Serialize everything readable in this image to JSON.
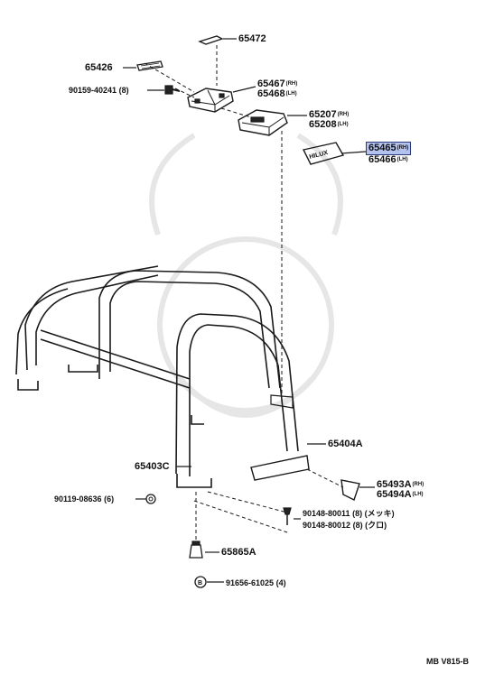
{
  "parts": {
    "p65472": "65472",
    "p65426": "65426",
    "p90159": "90159-40241",
    "p90159_qty": "(8)",
    "p65467": "65467",
    "p65467_tag": "(RH)",
    "p65468": "65468",
    "p65468_tag": "(LH)",
    "p65207": "65207",
    "p65207_tag": "(RH)",
    "p65208": "65208",
    "p65208_tag": "(LH)",
    "p65465": "65465",
    "p65465_tag": "(RH)",
    "p65466": "65466",
    "p65466_tag": "(LH)",
    "p65404A": "65404A",
    "p65403C": "65403C",
    "p90119": "90119-08636",
    "p90119_qty": "(6)",
    "p65493A": "65493A",
    "p65493A_tag": "(RH)",
    "p65494A": "65494A",
    "p65494A_tag": "(LH)",
    "p90148a": "90148-80011",
    "p90148a_qty": "(8)",
    "p90148a_note": "(メッキ)",
    "p90148b": "90148-80012",
    "p90148b_qty": "(8)",
    "p90148b_note": "(クロ)",
    "p65865A": "65865A",
    "p91656": "91656-61025",
    "p91656_qty": "(4)",
    "badge_text": "HILUX",
    "callout_b": "B"
  },
  "footer_code": "MB V815-B",
  "colors": {
    "line": "#1a1a1a",
    "highlight": "#b3c2ef",
    "watermark": "#e6e6e6"
  },
  "icons": [
    "bolt-icon",
    "nut-icon",
    "clip-icon",
    "badge-icon"
  ]
}
